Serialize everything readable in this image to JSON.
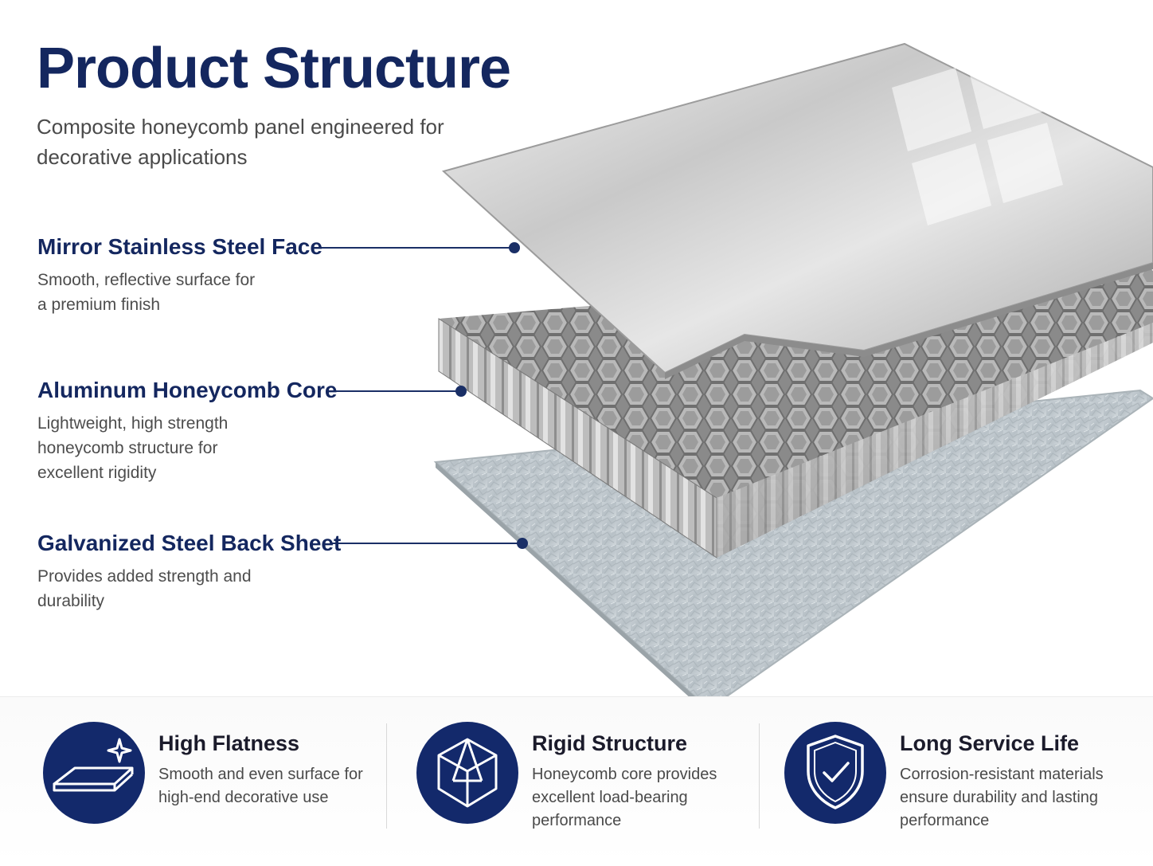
{
  "header": {
    "title": "Product Structure",
    "subtitle": "Composite honeycomb panel engineered for decorative applications"
  },
  "layers": [
    {
      "title": "Mirror Stainless Steel Face",
      "description": "Smooth, reflective surface for a premium finish"
    },
    {
      "title": "Aluminum Honeycomb Core",
      "description": "Lightweight, high strength honeycomb structure for excellent rigidity"
    },
    {
      "title": "Galvanized Steel Back Sheet",
      "description": "Provides added strength and durability"
    }
  ],
  "features": [
    {
      "title": "High Flatness",
      "description": "Smooth and even surface for high-end decorative use",
      "icon": "flat-panel-sparkle-icon"
    },
    {
      "title": "Rigid Structure",
      "description": "Honeycomb core provides excellent load-bearing performance",
      "icon": "cube-structure-icon"
    },
    {
      "title": "Long Service Life",
      "description": "Corrosion-resistant materials ensure durability and lasting performance",
      "icon": "shield-check-icon"
    }
  ],
  "colors": {
    "brand_navy": "#13296b",
    "heading_navy": "#14275f",
    "leader_line": "#1a2f66"
  }
}
